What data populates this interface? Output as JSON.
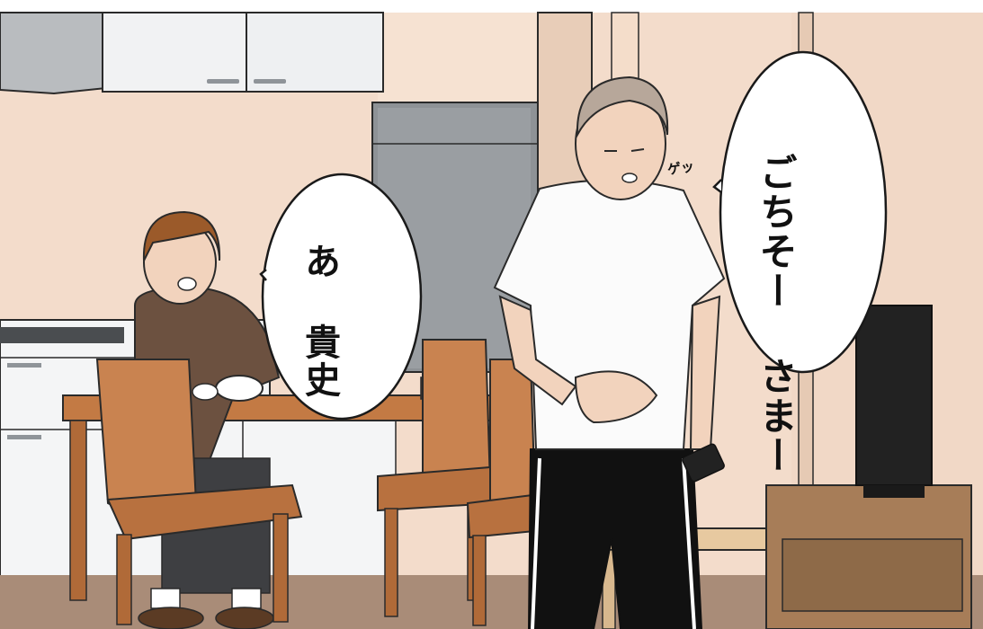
{
  "speech": {
    "woman_line": "あ 貴史",
    "man_line": "ごちそー さまー"
  },
  "sound_effect": "ゲッ"
}
